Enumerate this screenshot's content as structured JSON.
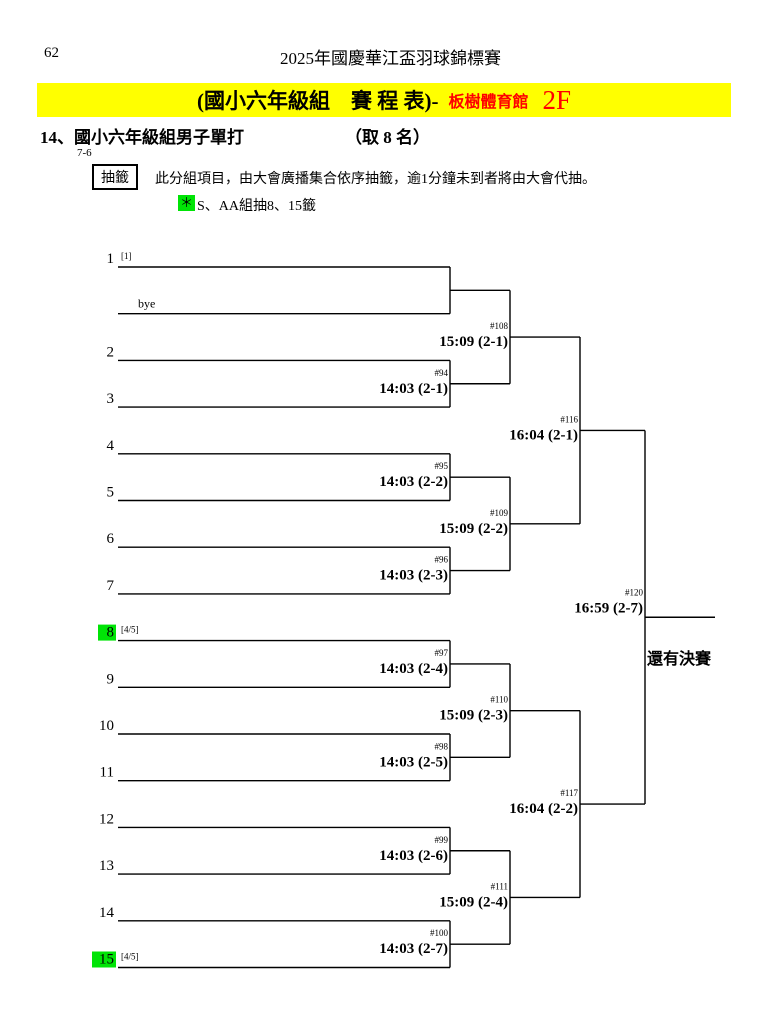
{
  "page": {
    "number": "62",
    "title": "2025年國慶華江盃羽球錦標賽"
  },
  "banner": {
    "group_title": "(國小六年級組　賽 程 表)-",
    "venue": "板樹體育館",
    "floor": "2F",
    "bg_color": "#ffff00",
    "accent_color": "#ff0000"
  },
  "event": {
    "heading": "14、國小六年級組男子單打",
    "quota": "（取 8 名）",
    "code": "7-6",
    "draw_box_label": "抽籤",
    "draw_note": "此分組項目，由大會廣播集合依序抽籤，逾1分鐘未到者將由大會代抽。",
    "seed_mark": "＊",
    "seed_note": "S、AA組抽8、15籤"
  },
  "bracket": {
    "final_note": "還有決賽",
    "highlight_color": "#00e406",
    "line_color": "#000000",
    "entries": [
      {
        "label": "1",
        "seed": "[1]",
        "highlight": false,
        "bye": false
      },
      {
        "label": "bye",
        "seed": "",
        "highlight": false,
        "bye": true
      },
      {
        "label": "2",
        "seed": "",
        "highlight": false,
        "bye": false
      },
      {
        "label": "3",
        "seed": "",
        "highlight": false,
        "bye": false
      },
      {
        "label": "4",
        "seed": "",
        "highlight": false,
        "bye": false
      },
      {
        "label": "5",
        "seed": "",
        "highlight": false,
        "bye": false
      },
      {
        "label": "6",
        "seed": "",
        "highlight": false,
        "bye": false
      },
      {
        "label": "7",
        "seed": "",
        "highlight": false,
        "bye": false
      },
      {
        "label": "8",
        "seed": "[4/5]",
        "highlight": true,
        "bye": false
      },
      {
        "label": "9",
        "seed": "",
        "highlight": false,
        "bye": false
      },
      {
        "label": "10",
        "seed": "",
        "highlight": false,
        "bye": false
      },
      {
        "label": "11",
        "seed": "",
        "highlight": false,
        "bye": false
      },
      {
        "label": "12",
        "seed": "",
        "highlight": false,
        "bye": false
      },
      {
        "label": "13",
        "seed": "",
        "highlight": false,
        "bye": false
      },
      {
        "label": "14",
        "seed": "",
        "highlight": false,
        "bye": false
      },
      {
        "label": "15",
        "seed": "[4/5]",
        "highlight": true,
        "bye": false
      }
    ],
    "rounds": [
      {
        "matches": [
          {
            "id": "",
            "time": ""
          },
          {
            "id": "#94",
            "time": "14:03 (2-1)"
          },
          {
            "id": "#95",
            "time": "14:03 (2-2)"
          },
          {
            "id": "#96",
            "time": "14:03 (2-3)"
          },
          {
            "id": "#97",
            "time": "14:03 (2-4)"
          },
          {
            "id": "#98",
            "time": "14:03 (2-5)"
          },
          {
            "id": "#99",
            "time": "14:03 (2-6)"
          },
          {
            "id": "#100",
            "time": "14:03 (2-7)"
          }
        ]
      },
      {
        "matches": [
          {
            "id": "#108",
            "time": "15:09 (2-1)"
          },
          {
            "id": "#109",
            "time": "15:09 (2-2)"
          },
          {
            "id": "#110",
            "time": "15:09 (2-3)"
          },
          {
            "id": "#111",
            "time": "15:09 (2-4)"
          }
        ]
      },
      {
        "matches": [
          {
            "id": "#116",
            "time": "16:04 (2-1)"
          },
          {
            "id": "#117",
            "time": "16:04 (2-2)"
          }
        ]
      },
      {
        "matches": [
          {
            "id": "#120",
            "time": "16:59 (2-7)"
          }
        ]
      }
    ]
  }
}
